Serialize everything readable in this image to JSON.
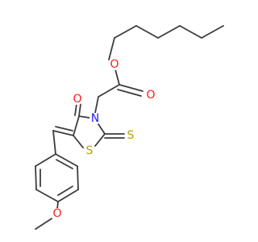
{
  "molecule": {
    "atoms": [
      {
        "id": "ring-s",
        "label": "S",
        "color": "#b8a100"
      },
      {
        "id": "thione-s",
        "label": "S",
        "color": "#b8a100"
      },
      {
        "id": "ring-n",
        "label": "N",
        "color": "#2020ff"
      },
      {
        "id": "keto-o",
        "label": "O",
        "color": "#ff1a1a"
      },
      {
        "id": "ester-carbonyl-o",
        "label": "O",
        "color": "#ff1a1a"
      },
      {
        "id": "ester-o",
        "label": "O",
        "color": "#ff1a1a"
      },
      {
        "id": "methoxy-o",
        "label": "O",
        "color": "#ff1a1a"
      }
    ],
    "bond_color": "#3c3c3c"
  }
}
